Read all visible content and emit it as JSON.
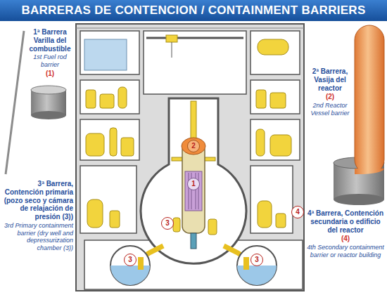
{
  "diagram": {
    "title": "BARRERAS DE CONTENCION / CONTAINMENT BARRIERS",
    "nodes": [
      {
        "text": [
          "2"
        ]
      },
      {
        "text": [
          "1"
        ]
      },
      {
        "text": [
          "4"
        ]
      },
      {
        "text": [
          "3"
        ]
      },
      {
        "text": [
          "3"
        ]
      },
      {
        "text": [
          "3"
        ]
      }
    ],
    "labels": [
      "1ª Barrera Varilla del combustible",
      "1st Fuel rod barrier",
      "(1)",
      "2ª Barrera, Vasija del reactor",
      "(2)",
      "2nd Reactor Vessel barrier",
      "3ª Barrera, Contención primaria (pozo seco y cámara de relajación de presión (3))",
      "3rd Primary containment barrier (dry well and depressurization chamber (3))",
      "4ª Barrera, Contención secundaria o edificio del reactor",
      "(4)",
      "4th Secondary containment barrier or reactor building"
    ]
  }
}
